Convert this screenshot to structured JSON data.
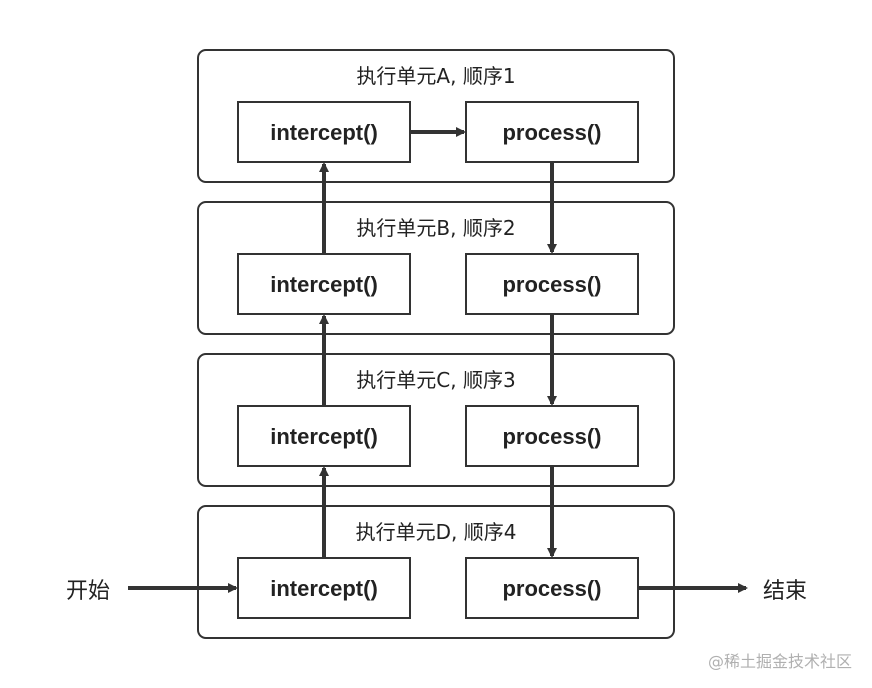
{
  "units": [
    {
      "title": "执行单元A, 顺序1",
      "intercept_label": "intercept()",
      "process_label": "process()"
    },
    {
      "title": "执行单元B, 顺序2",
      "intercept_label": "intercept()",
      "process_label": "process()"
    },
    {
      "title": "执行单元C, 顺序3",
      "intercept_label": "intercept()",
      "process_label": "process()"
    },
    {
      "title": "执行单元D, 顺序4",
      "intercept_label": "intercept()",
      "process_label": "process()"
    }
  ],
  "start_label": "开始",
  "end_label": "结束",
  "watermark": "@稀土掘金技术社区",
  "colors": {
    "stroke": "#333333",
    "text": "#222222",
    "watermark": "#b0b0b0"
  }
}
